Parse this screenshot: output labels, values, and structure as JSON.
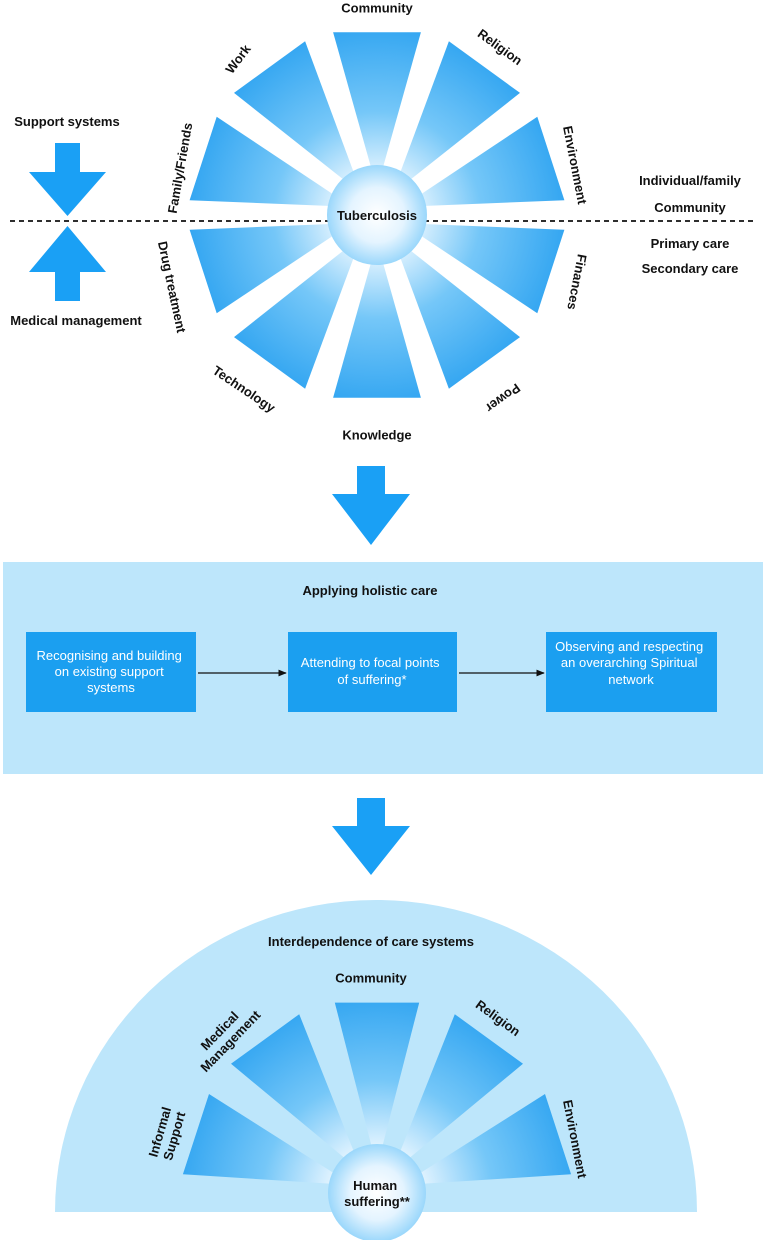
{
  "colors": {
    "wedge": "#1e9ef0",
    "arrow": "#1aa0f5",
    "panel": "#bde6fb",
    "box": "#1b9ff0",
    "text": "#111111",
    "box_text": "#ffffff"
  },
  "top_wheel": {
    "hub": "Tuberculosis",
    "spokes": [
      "Community",
      "Religion",
      "Environment",
      "Finances",
      "Power",
      "Knowledge",
      "Technology",
      "Drug treatment",
      "Family/Friends",
      "Work"
    ],
    "left_top_label": "Support systems",
    "left_bottom_label": "Medical management",
    "right_labels_above": [
      "Individual/family",
      "Community"
    ],
    "right_labels_below": [
      "Primary care",
      "Secondary care"
    ]
  },
  "panel": {
    "title": "Applying holistic care",
    "boxes": [
      "Recognising and building on existing support systems",
      "Attending to focal points of suffering*",
      "Observing and respecting an overarching Spiritual network"
    ]
  },
  "bottom": {
    "title": "Interdependence of care systems",
    "hub_lines": [
      "Human",
      "suffering**"
    ],
    "spokes": [
      "Informal Support",
      "Medical Management",
      "Community",
      "Religion",
      "Environment"
    ]
  }
}
